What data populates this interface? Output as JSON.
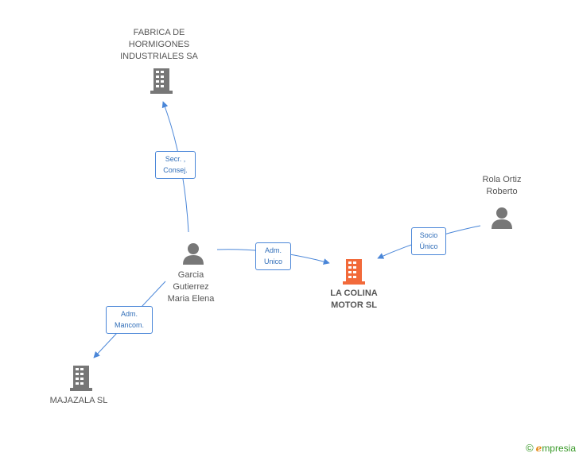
{
  "colors": {
    "edge": "#4a86d8",
    "icon": "#777777",
    "main_icon": "#f26a3a",
    "text": "#555555",
    "brand_green": "#3a9a2a",
    "brand_orange": "#e68a1a"
  },
  "nodes": {
    "fabrica": {
      "lines": [
        "FABRICA DE",
        "HORMIGONES",
        "INDUSTRIALES SA"
      ],
      "icon": "building-icon"
    },
    "garcia": {
      "lines": [
        "Garcia",
        "Gutierrez",
        "Maria Elena"
      ],
      "icon": "person-icon"
    },
    "rola": {
      "lines": [
        "Rola Ortiz",
        "Roberto"
      ],
      "icon": "person-icon"
    },
    "colina": {
      "lines": [
        "LA COLINA",
        "MOTOR SL"
      ],
      "icon": "building-icon"
    },
    "majazala": {
      "lines": [
        "MAJAZALA SL"
      ],
      "icon": "building-icon"
    }
  },
  "edges": {
    "secr": {
      "lines": [
        "Secr. ,",
        "Consej."
      ]
    },
    "adm_unico": {
      "lines": [
        "Adm.",
        "Unico"
      ]
    },
    "socio": {
      "lines": [
        "Socio",
        "Único"
      ]
    },
    "adm_mancom": {
      "lines": [
        "Adm.",
        "Mancom."
      ]
    }
  },
  "footer": {
    "copyright": "©",
    "brand_first": "e",
    "brand_rest": "mpresia"
  }
}
